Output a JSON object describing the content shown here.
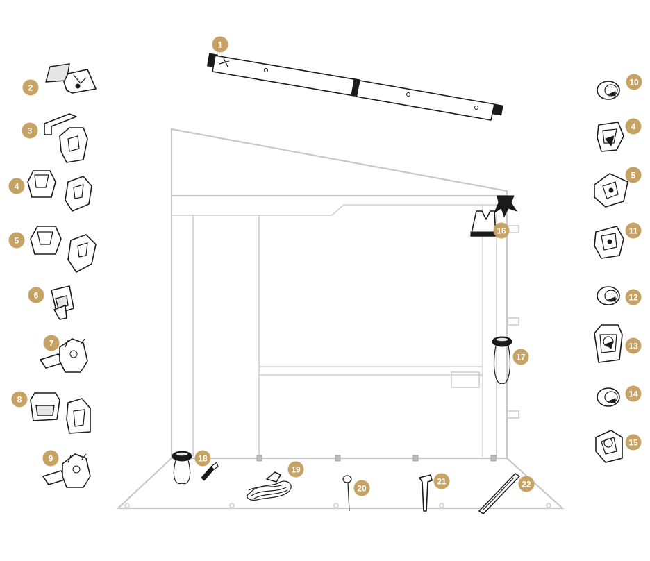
{
  "colors": {
    "badge": "#c6a364",
    "badge_text": "#ffffff",
    "frame": "#c8c8c8",
    "part_stroke": "#1a1a1a"
  },
  "callouts": {
    "c1": "1",
    "c2": "2",
    "c3": "3",
    "c4_left": "4",
    "c5_left": "5",
    "c6": "6",
    "c7": "7",
    "c8": "8",
    "c9": "9",
    "c10": "10",
    "c4_right": "4",
    "c5_right": "5",
    "c11": "11",
    "c12": "12",
    "c13": "13",
    "c14": "14",
    "c15": "15",
    "c16": "16",
    "c17": "17",
    "c18": "18",
    "c19": "19",
    "c20": "20",
    "c21": "21",
    "c22": "22"
  },
  "icons": {
    "part_1": "telescopic-pole-icon",
    "part_2": "corner-bracket-icon",
    "part_3": "bracket-clip-icon",
    "part_4": "connector-socket-icon",
    "part_5": "angled-connector-icon",
    "part_6": "wall-clip-icon",
    "part_7": "pole-clamp-icon",
    "part_8": "base-bracket-icon",
    "part_9": "clamp-icon",
    "part_10": "end-cap-icon",
    "part_11": "joint-connector-icon",
    "part_12": "end-cap-icon",
    "part_13": "tee-connector-icon",
    "part_14": "end-cap-icon",
    "part_15": "elbow-connector-icon",
    "part_16": "buckle-clip-icon",
    "part_17": "elastic-loop-icon",
    "part_18": "hook-icon",
    "part_19": "guy-rope-icon",
    "part_20": "eye-peg-icon",
    "part_21": "rock-peg-icon",
    "part_22": "rail-strip-icon"
  }
}
